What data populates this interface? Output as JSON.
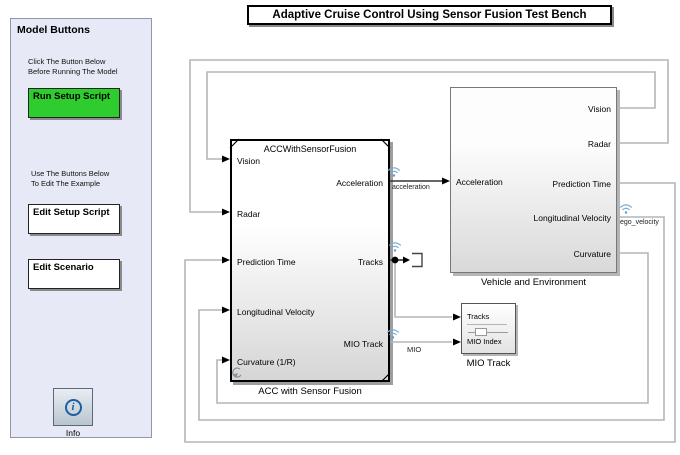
{
  "title": "Adaptive Cruise Control Using Sensor Fusion Test Bench",
  "colors": {
    "run_button_green": "#2fcc2f",
    "panel_background": "#e8e9f7",
    "signal_badge_blue": "#79aed6",
    "wire_gray": "#b3b6ba"
  },
  "panel": {
    "heading": "Model Buttons",
    "note1_line1": "Click The Button Below",
    "note1_line2": "Before Running The Model",
    "run_button": "Run Setup Script",
    "note2_line1": "Use The Buttons Below",
    "note2_line2": "To Edit The Example",
    "edit_setup_button": "Edit Setup Script",
    "edit_scenario_button": "Edit Scenario",
    "info_icon_glyph": "i",
    "info_label": "Info"
  },
  "acc": {
    "title": "ACCWithSensorFusion",
    "caption": "ACC with Sensor Fusion",
    "inputs": [
      "Vision",
      "Radar",
      "Prediction Time",
      "Longitudinal Velocity",
      "Curvature (1/R)"
    ],
    "outputs": [
      "Acceleration",
      "Tracks",
      "MIO Track"
    ]
  },
  "vehicle": {
    "caption": "Vehicle and Environment",
    "inputs": [
      "Acceleration"
    ],
    "outputs": [
      "Vision",
      "Radar",
      "Prediction Time",
      "Longitudinal Velocity",
      "Curvature"
    ]
  },
  "mio": {
    "caption": "MIO Track",
    "inputs": [
      "Tracks",
      "MIO Index"
    ]
  },
  "signal_labels": {
    "acceleration": "acceleration",
    "ego_velocity": "ego_velocity",
    "mio": "MIO"
  }
}
